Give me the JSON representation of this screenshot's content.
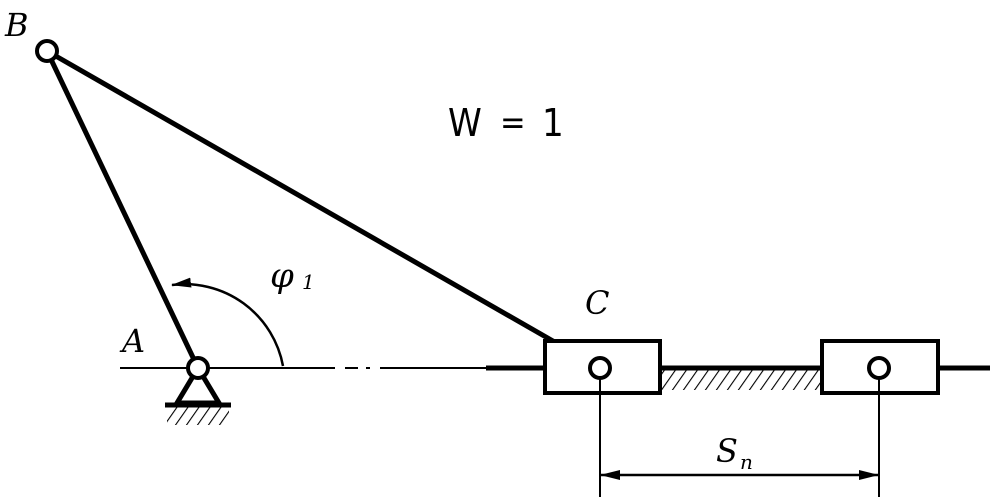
{
  "labels": {
    "point_a": "A",
    "point_b": "B",
    "point_c": "C",
    "angle_symbol": "φ",
    "angle_subscript": "1",
    "displacement_symbol": "S",
    "displacement_subscript": "п"
  },
  "formula": {
    "lhs": "W",
    "eq": "=",
    "rhs": "1"
  },
  "colors": {
    "ink": "#000000",
    "background": "#ffffff"
  }
}
